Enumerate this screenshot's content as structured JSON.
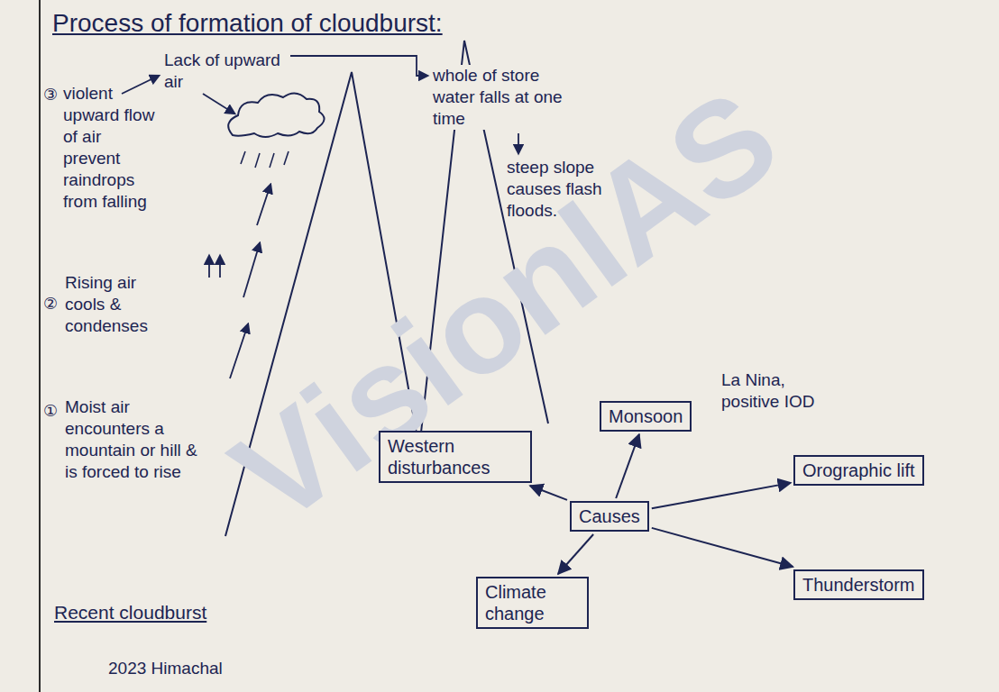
{
  "diagram": {
    "title": "Process of formation of cloudburst:",
    "nodes": [
      {
        "text": [
          "Monsoon"
        ]
      },
      {
        "text": [
          "Western disturbances"
        ]
      },
      {
        "text": [
          "Causes"
        ]
      },
      {
        "text": [
          "Orographic lift"
        ]
      },
      {
        "text": [
          "Thunderstorm"
        ]
      },
      {
        "text": [
          "Climate change"
        ]
      }
    ],
    "edges": [
      {
        "from": 2,
        "to": 0,
        "arrow": "to"
      },
      {
        "from": 2,
        "to": 1,
        "arrow": "to"
      },
      {
        "from": 2,
        "to": 3,
        "arrow": "to"
      },
      {
        "from": 2,
        "to": 4,
        "arrow": "to"
      },
      {
        "from": 2,
        "to": 5,
        "arrow": "to"
      }
    ],
    "labels": [
      "③",
      "violent upward flow of air prevent raindrops from falling",
      "Lack of upward air",
      "whole of store water falls at one time",
      "steep slope causes flash floods.",
      "②",
      "Rising air cools & condenses",
      "①",
      "Moist air encounters a mountain or hill & is forced to rise",
      "La Nina, positive IOD",
      "Recent cloudburst",
      "2023 Himachal",
      "VisionIAS"
    ]
  }
}
